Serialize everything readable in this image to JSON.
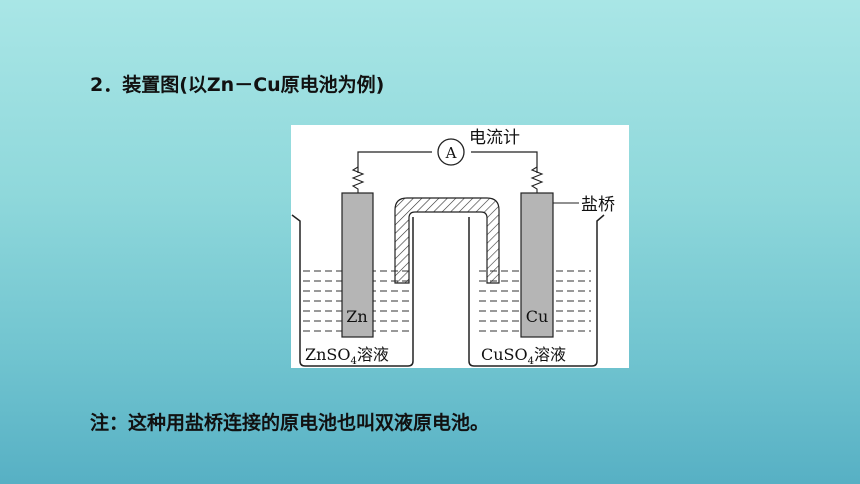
{
  "heading": "2．装置图(以Zn－Cu原电池为例)",
  "note": "注：这种用盐桥连接的原电池也叫双液原电池。",
  "diagram": {
    "ammeter_symbol": "A",
    "ammeter_label": "电流计",
    "salt_bridge_label": "盐桥",
    "left_electrode": "Zn",
    "right_electrode": "Cu",
    "left_solution": {
      "prefix": "ZnSO",
      "sub": "4",
      "suffix": "溶液"
    },
    "right_solution": {
      "prefix": "CuSO",
      "sub": "4",
      "suffix": "溶液"
    }
  }
}
